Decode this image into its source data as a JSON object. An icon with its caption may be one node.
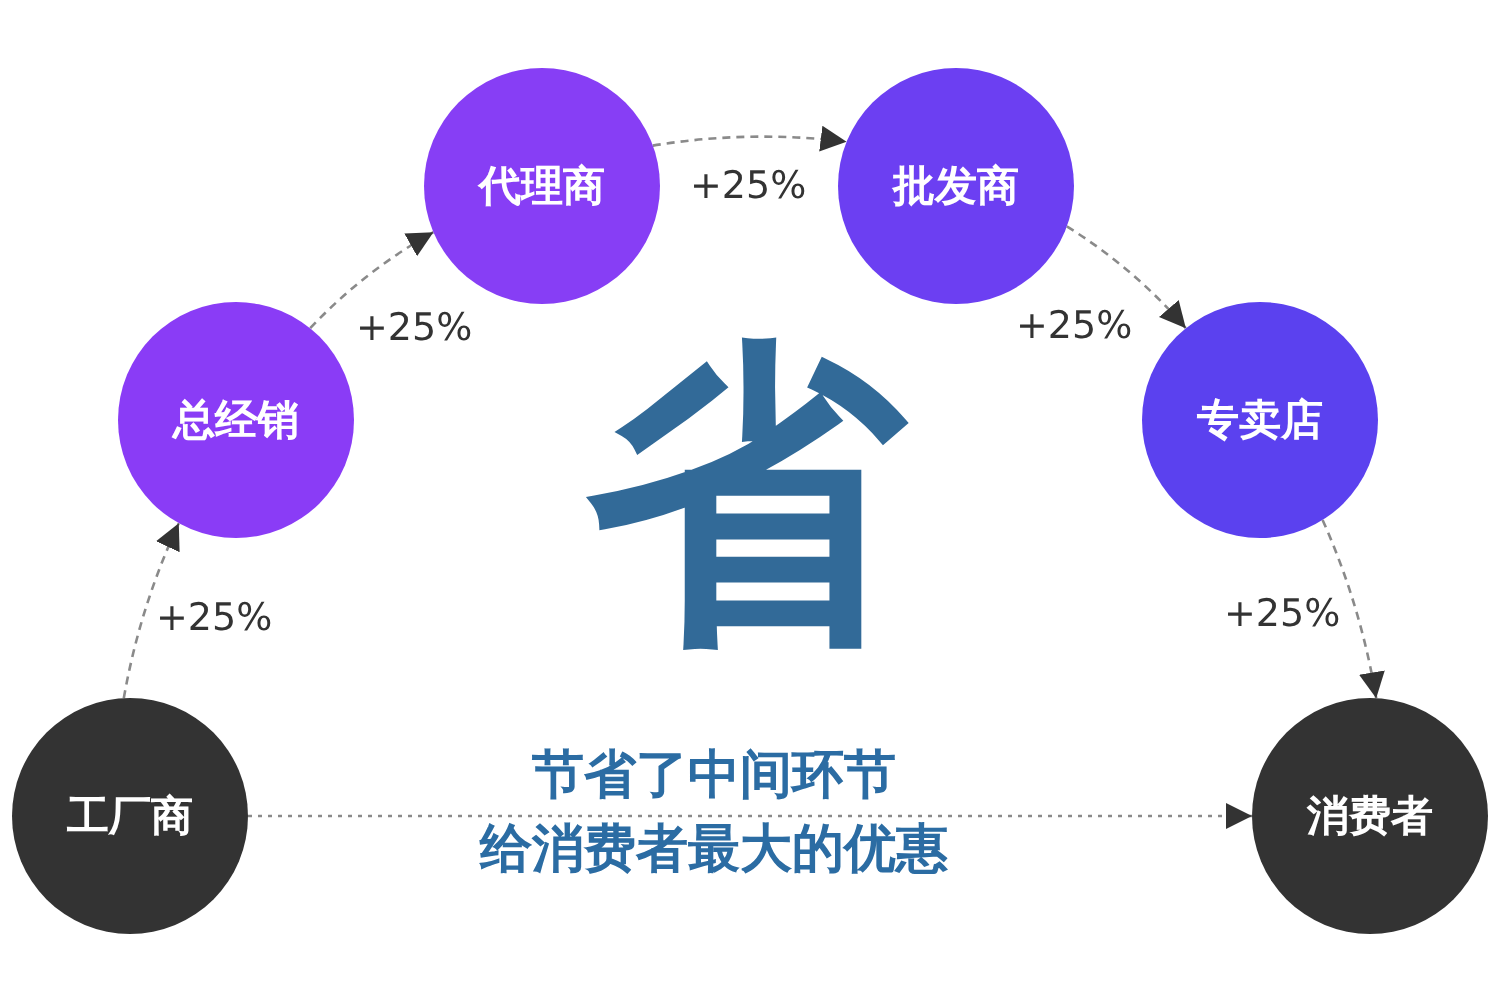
{
  "diagram": {
    "nodes": [
      {
        "text": [
          "工厂商"
        ]
      },
      {
        "text": [
          "总经销"
        ]
      },
      {
        "text": [
          "代理商"
        ]
      },
      {
        "text": [
          "批发商"
        ]
      },
      {
        "text": [
          "专卖店"
        ]
      },
      {
        "text": [
          "消费者"
        ]
      }
    ],
    "edges": [
      {
        "from": 0,
        "to": 1,
        "arrow": "to",
        "label": "+25%",
        "style": "dashed"
      },
      {
        "from": 1,
        "to": 2,
        "arrow": "to",
        "label": "+25%",
        "style": "dashed"
      },
      {
        "from": 2,
        "to": 3,
        "arrow": "to",
        "label": "+25%",
        "style": "dashed"
      },
      {
        "from": 3,
        "to": 4,
        "arrow": "to",
        "label": "+25%",
        "style": "dashed"
      },
      {
        "from": 4,
        "to": 5,
        "arrow": "to",
        "label": "+25%",
        "style": "dashed"
      },
      {
        "from": 0,
        "to": 5,
        "arrow": "to",
        "style": "dashed"
      }
    ],
    "labels": [
      "省",
      "节省了中间环节",
      "给消费者最大的优惠"
    ]
  }
}
